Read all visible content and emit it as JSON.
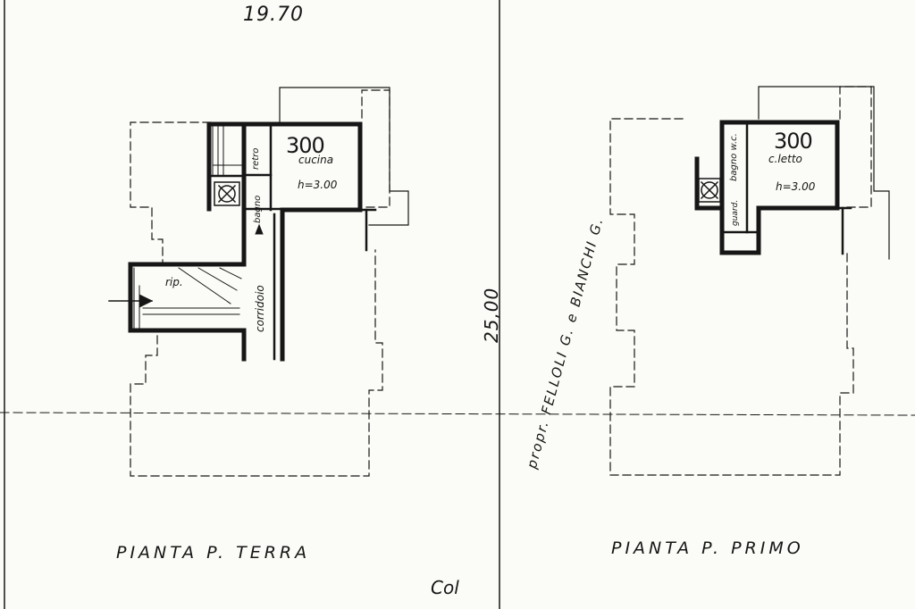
{
  "sheet": {
    "top_dimension": "19.70",
    "side_dimension": "25,00",
    "owners": "propr. FELLOLI G. e BIANCHI G.",
    "signature": "Col"
  },
  "ground_floor": {
    "caption": "PIANTA P. TERRA",
    "area_code": "300",
    "kitchen": "cucina",
    "height": "h=3.00",
    "retro": "retro",
    "bathroom": "bagno",
    "storage": "rip.",
    "corridor": "corridoio"
  },
  "first_floor": {
    "caption": "PIANTA P. PRIMO",
    "area_code": "300",
    "bedroom": "c.letto",
    "height": "h=3.00",
    "bathroom": "bagno w.c.",
    "closet": "guard."
  },
  "colors": {
    "ink": "#161616",
    "paper": "#fbfbf7"
  }
}
